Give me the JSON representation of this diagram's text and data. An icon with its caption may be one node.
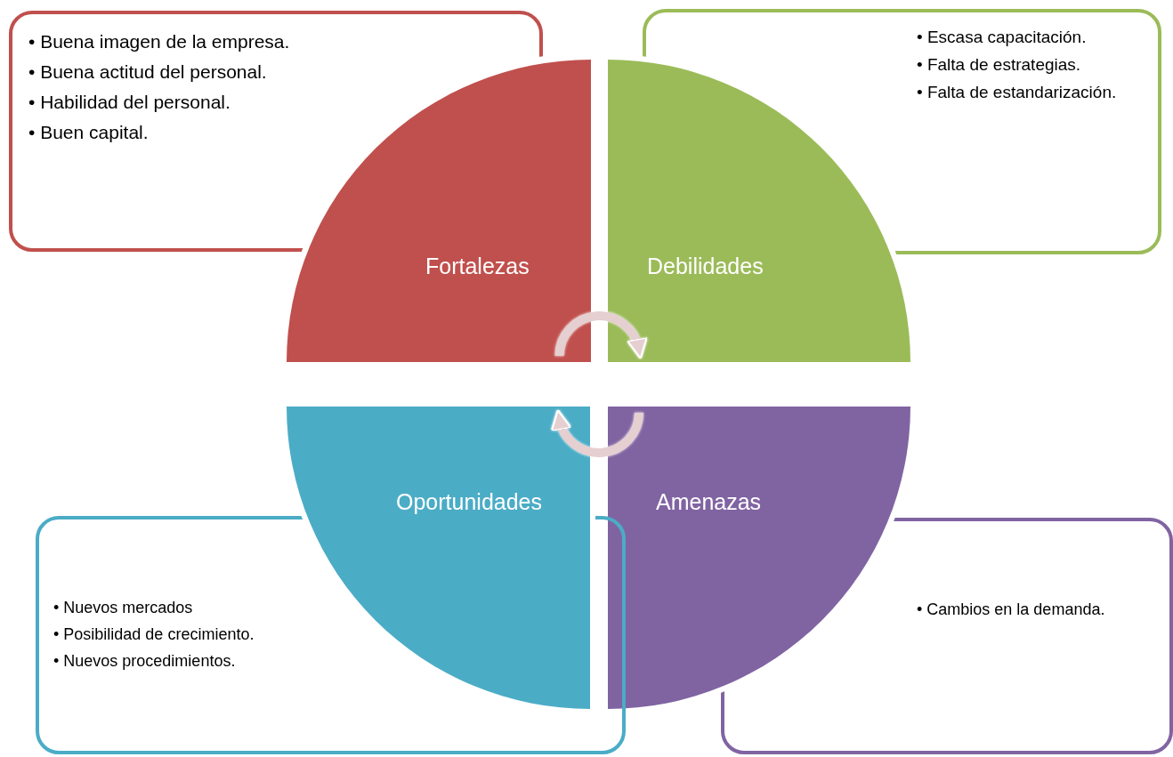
{
  "diagram": {
    "nodes": [
      {
        "text": [
          "• Buena imagen de la empresa.",
          "• Buena actitud del personal.",
          "• Habilidad del personal.",
          "• Buen capital."
        ]
      },
      {
        "text": [
          "• Escasa capacitación.",
          "• Falta de estrategias.",
          "• Falta de estandarización."
        ]
      },
      {
        "text": [
          "Fortalezas"
        ]
      },
      {
        "text": [
          "Debilidades"
        ]
      },
      {
        "text": [
          "Oportunidades"
        ]
      },
      {
        "text": [
          "Amenazas"
        ]
      },
      {
        "text": [
          "• Nuevos mercados",
          "• Posibilidad de crecimiento.",
          "• Nuevos procedimientos."
        ]
      },
      {
        "text": [
          "• Cambios en la demanda."
        ]
      }
    ],
    "edges": [
      {
        "from": 2,
        "to": 3,
        "arrow": "to"
      },
      {
        "from": 5,
        "to": 4,
        "arrow": "to"
      }
    ]
  }
}
